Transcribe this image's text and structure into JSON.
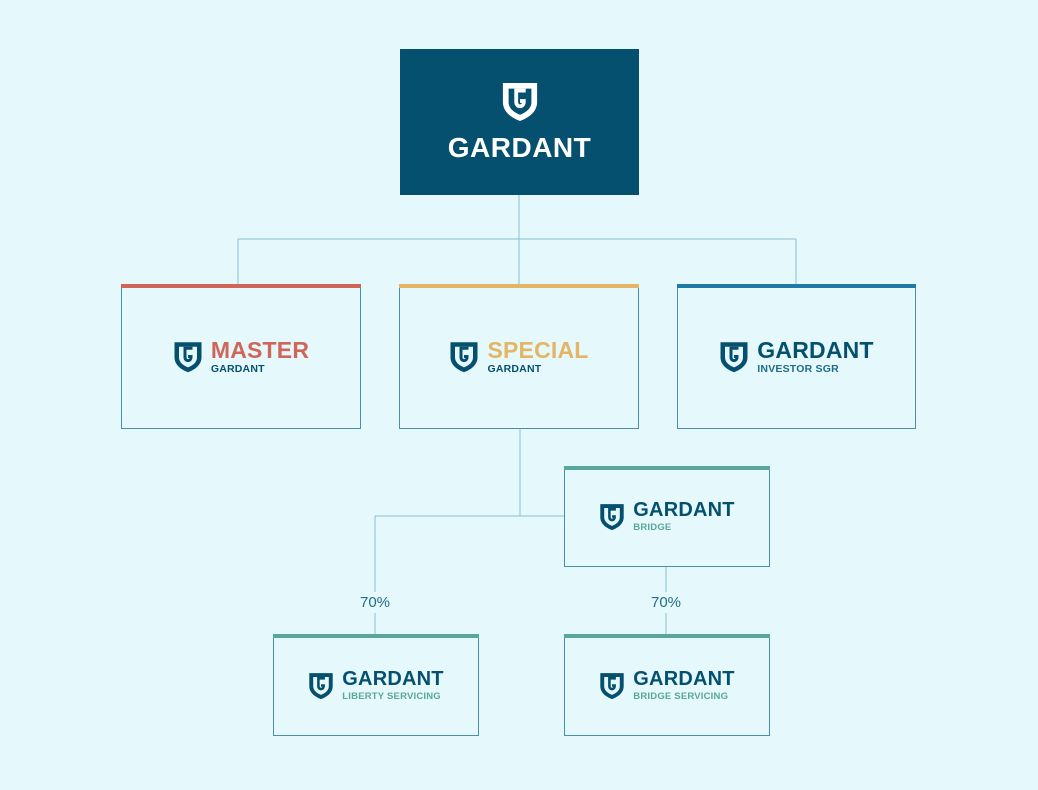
{
  "colors": {
    "background": "#e5f8fc",
    "navy": "#05506f",
    "master_red": "#d0665a",
    "special_gold": "#e4b565",
    "investor_blue": "#1f7aa8",
    "bridge_teal": "#59a79a"
  },
  "root": {
    "icon": "gardant-shield-icon",
    "name": "GARDANT"
  },
  "children": [
    {
      "id": "master",
      "title": "MASTER",
      "subtitle": "GARDANT",
      "accent": "#d0665a"
    },
    {
      "id": "special",
      "title": "SPECIAL",
      "subtitle": "GARDANT",
      "accent": "#e4b565"
    },
    {
      "id": "investor",
      "title": "GARDANT",
      "subtitle": "INVESTOR SGR",
      "accent": "#1f7aa8"
    }
  ],
  "bridge": {
    "title": "GARDANT",
    "subtitle": "BRIDGE",
    "accent": "#59a79a"
  },
  "grandchildren": [
    {
      "id": "liberty",
      "title": "GARDANT",
      "subtitle": "LIBERTY SERVICING",
      "ownership": "70%",
      "accent": "#59a79a"
    },
    {
      "id": "bridge-servicing",
      "title": "GARDANT",
      "subtitle": "BRIDGE SERVICING",
      "ownership": "70%",
      "accent": "#59a79a"
    }
  ]
}
